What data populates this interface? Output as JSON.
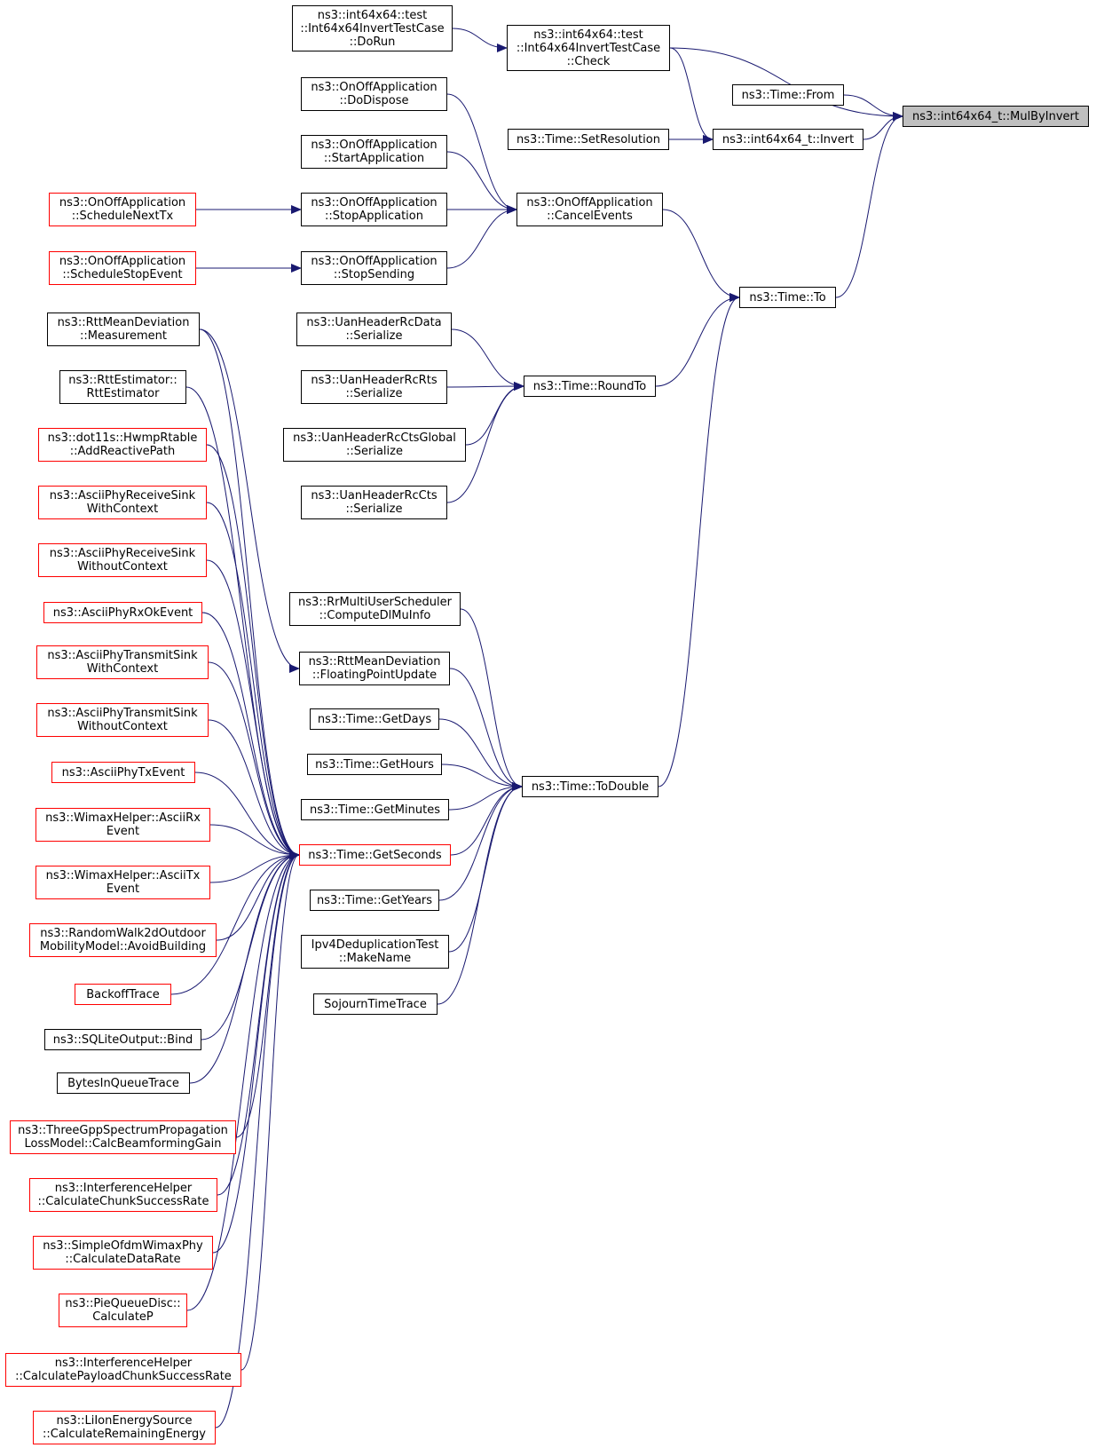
{
  "diagram": {
    "edge_color": "#191970",
    "node_border_colors": {
      "normal": "#000000",
      "truncated": "#ff0000"
    },
    "focus_fill": "#bfbfbf",
    "nodes": [
      {
        "id": "mulbyinvert",
        "label": "ns3::int64x64_t::MulByInvert",
        "style": "focus"
      },
      {
        "id": "dorun",
        "label": "ns3::int64x64::test\n::Int64x64InvertTestCase\n::DoRun",
        "style": "normal"
      },
      {
        "id": "check",
        "label": "ns3::int64x64::test\n::Int64x64InvertTestCase\n::Check",
        "style": "normal"
      },
      {
        "id": "from",
        "label": "ns3::Time::From",
        "style": "normal"
      },
      {
        "id": "setres",
        "label": "ns3::Time::SetResolution",
        "style": "normal"
      },
      {
        "id": "invert",
        "label": "ns3::int64x64_t::Invert",
        "style": "normal"
      },
      {
        "id": "dodispose",
        "label": "ns3::OnOffApplication\n::DoDispose",
        "style": "normal"
      },
      {
        "id": "startapp",
        "label": "ns3::OnOffApplication\n::StartApplication",
        "style": "normal"
      },
      {
        "id": "schednext",
        "label": "ns3::OnOffApplication\n::ScheduleNextTx",
        "style": "truncated"
      },
      {
        "id": "stopapp",
        "label": "ns3::OnOffApplication\n::StopApplication",
        "style": "normal"
      },
      {
        "id": "cancelev",
        "label": "ns3::OnOffApplication\n::CancelEvents",
        "style": "normal"
      },
      {
        "id": "schedstop",
        "label": "ns3::OnOffApplication\n::ScheduleStopEvent",
        "style": "truncated"
      },
      {
        "id": "stopsend",
        "label": "ns3::OnOffApplication\n::StopSending",
        "style": "normal"
      },
      {
        "id": "timeto",
        "label": "ns3::Time::To",
        "style": "normal"
      },
      {
        "id": "rttmeas",
        "label": "ns3::RttMeanDeviation\n::Measurement",
        "style": "normal"
      },
      {
        "id": "uanrcdata",
        "label": "ns3::UanHeaderRcData\n::Serialize",
        "style": "normal"
      },
      {
        "id": "rttest",
        "label": "ns3::RttEstimator::\nRttEstimator",
        "style": "normal"
      },
      {
        "id": "uanrcrts",
        "label": "ns3::UanHeaderRcRts\n::Serialize",
        "style": "normal"
      },
      {
        "id": "roundto",
        "label": "ns3::Time::RoundTo",
        "style": "normal"
      },
      {
        "id": "hwmp",
        "label": "ns3::dot11s::HwmpRtable\n::AddReactivePath",
        "style": "truncated"
      },
      {
        "id": "uanctsg",
        "label": "ns3::UanHeaderRcCtsGlobal\n::Serialize",
        "style": "normal"
      },
      {
        "id": "recvwith",
        "label": "ns3::AsciiPhyReceiveSink\nWithContext",
        "style": "truncated"
      },
      {
        "id": "uancts",
        "label": "ns3::UanHeaderRcCts\n::Serialize",
        "style": "normal"
      },
      {
        "id": "recvwithout",
        "label": "ns3::AsciiPhyReceiveSink\nWithoutContext",
        "style": "truncated"
      },
      {
        "id": "rrmulti",
        "label": "ns3::RrMultiUserScheduler\n::ComputeDlMuInfo",
        "style": "normal"
      },
      {
        "id": "rxok",
        "label": "ns3::AsciiPhyRxOkEvent",
        "style": "truncated"
      },
      {
        "id": "rttfpu",
        "label": "ns3::RttMeanDeviation\n::FloatingPointUpdate",
        "style": "normal"
      },
      {
        "id": "txwith",
        "label": "ns3::AsciiPhyTransmitSink\nWithContext",
        "style": "truncated"
      },
      {
        "id": "getdays",
        "label": "ns3::Time::GetDays",
        "style": "normal"
      },
      {
        "id": "txwithout",
        "label": "ns3::AsciiPhyTransmitSink\nWithoutContext",
        "style": "truncated"
      },
      {
        "id": "txevent",
        "label": "ns3::AsciiPhyTxEvent",
        "style": "truncated"
      },
      {
        "id": "gethours",
        "label": "ns3::Time::GetHours",
        "style": "normal"
      },
      {
        "id": "todouble",
        "label": "ns3::Time::ToDouble",
        "style": "normal"
      },
      {
        "id": "getminutes",
        "label": "ns3::Time::GetMinutes",
        "style": "normal"
      },
      {
        "id": "wimaxrx",
        "label": "ns3::WimaxHelper::AsciiRx\nEvent",
        "style": "truncated"
      },
      {
        "id": "getseconds",
        "label": "ns3::Time::GetSeconds",
        "style": "truncated"
      },
      {
        "id": "wimaxtx",
        "label": "ns3::WimaxHelper::AsciiTx\nEvent",
        "style": "truncated"
      },
      {
        "id": "getyears",
        "label": "ns3::Time::GetYears",
        "style": "normal"
      },
      {
        "id": "randomwalk",
        "label": "ns3::RandomWalk2dOutdoor\nMobilityModel::AvoidBuilding",
        "style": "truncated"
      },
      {
        "id": "ipv4dedup",
        "label": "Ipv4DeduplicationTest\n::MakeName",
        "style": "normal"
      },
      {
        "id": "backoff",
        "label": "BackoffTrace",
        "style": "truncated"
      },
      {
        "id": "sojourn",
        "label": "SojournTimeTrace",
        "style": "normal"
      },
      {
        "id": "sqlite",
        "label": "ns3::SQLiteOutput::Bind",
        "style": "normal"
      },
      {
        "id": "bytesinq",
        "label": "BytesInQueueTrace",
        "style": "normal"
      },
      {
        "id": "threegpp",
        "label": "ns3::ThreeGppSpectrumPropagation\nLossModel::CalcBeamformingGain",
        "style": "truncated"
      },
      {
        "id": "chunkrate",
        "label": "ns3::InterferenceHelper\n::CalculateChunkSuccessRate",
        "style": "truncated"
      },
      {
        "id": "ofdmrate",
        "label": "ns3::SimpleOfdmWimaxPhy\n::CalculateDataRate",
        "style": "truncated"
      },
      {
        "id": "pie",
        "label": "ns3::PieQueueDisc::\nCalculateP",
        "style": "truncated"
      },
      {
        "id": "payloadrate",
        "label": "ns3::InterferenceHelper\n::CalculatePayloadChunkSuccessRate",
        "style": "truncated"
      },
      {
        "id": "liion",
        "label": "ns3::LiIonEnergySource\n::CalculateRemainingEnergy",
        "style": "truncated"
      }
    ],
    "edges": [
      [
        "dorun",
        "check"
      ],
      [
        "check",
        "mulbyinvert"
      ],
      [
        "from",
        "mulbyinvert"
      ],
      [
        "invert",
        "mulbyinvert"
      ],
      [
        "check",
        "invert"
      ],
      [
        "setres",
        "invert"
      ],
      [
        "timeto",
        "mulbyinvert"
      ],
      [
        "dodispose",
        "cancelev"
      ],
      [
        "startapp",
        "cancelev"
      ],
      [
        "stopapp",
        "cancelev"
      ],
      [
        "stopsend",
        "cancelev"
      ],
      [
        "schednext",
        "stopapp"
      ],
      [
        "schedstop",
        "stopsend"
      ],
      [
        "cancelev",
        "timeto"
      ],
      [
        "roundto",
        "timeto"
      ],
      [
        "todouble",
        "timeto"
      ],
      [
        "uanrcdata",
        "roundto"
      ],
      [
        "uanrcrts",
        "roundto"
      ],
      [
        "uanctsg",
        "roundto"
      ],
      [
        "uancts",
        "roundto"
      ],
      [
        "rrmulti",
        "todouble"
      ],
      [
        "rttfpu",
        "todouble"
      ],
      [
        "getdays",
        "todouble"
      ],
      [
        "gethours",
        "todouble"
      ],
      [
        "getminutes",
        "todouble"
      ],
      [
        "getseconds",
        "todouble"
      ],
      [
        "getyears",
        "todouble"
      ],
      [
        "ipv4dedup",
        "todouble"
      ],
      [
        "sojourn",
        "todouble"
      ],
      [
        "rttmeas",
        "rttfpu"
      ],
      [
        "rttmeas",
        "getseconds"
      ],
      [
        "rttest",
        "getseconds"
      ],
      [
        "hwmp",
        "getseconds"
      ],
      [
        "recvwith",
        "getseconds"
      ],
      [
        "recvwithout",
        "getseconds"
      ],
      [
        "rxok",
        "getseconds"
      ],
      [
        "txwith",
        "getseconds"
      ],
      [
        "txwithout",
        "getseconds"
      ],
      [
        "txevent",
        "getseconds"
      ],
      [
        "wimaxrx",
        "getseconds"
      ],
      [
        "wimaxtx",
        "getseconds"
      ],
      [
        "randomwalk",
        "getseconds"
      ],
      [
        "backoff",
        "getseconds"
      ],
      [
        "sqlite",
        "getseconds"
      ],
      [
        "bytesinq",
        "getseconds"
      ],
      [
        "threegpp",
        "getseconds"
      ],
      [
        "chunkrate",
        "getseconds"
      ],
      [
        "ofdmrate",
        "getseconds"
      ],
      [
        "pie",
        "getseconds"
      ],
      [
        "payloadrate",
        "getseconds"
      ],
      [
        "liion",
        "getseconds"
      ]
    ]
  }
}
